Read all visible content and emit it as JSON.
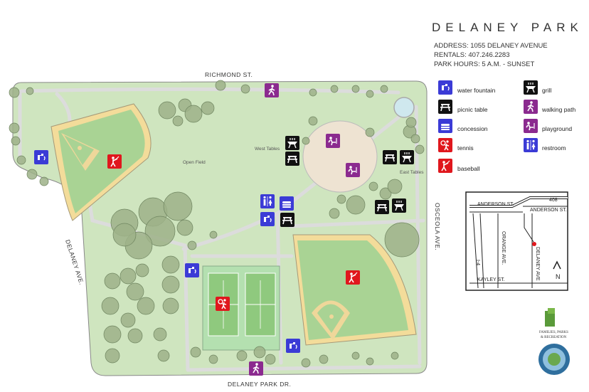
{
  "title": "DELANEY PARK",
  "info": {
    "address": "ADDRESS: 1055 DELANEY AVENUE",
    "rentals": "RENTALS: 407.246.2283",
    "hours": "PARK HOURS: 5 A.M. - SUNSET"
  },
  "streets": {
    "north": "RICHMOND ST.",
    "south": "DELANEY PARK DR.",
    "west": "DELANEY AVE.",
    "east": "OSCEOLA AVE."
  },
  "map_labels": {
    "open_field": "Open Field",
    "west_tables": "West Tables",
    "east_tables": "East Tables"
  },
  "legend": [
    {
      "id": "water-fountain",
      "label": "water fountain",
      "color": "#3b3bd6"
    },
    {
      "id": "picnic-table",
      "label": "picnic table",
      "color": "#111111"
    },
    {
      "id": "concession",
      "label": "concession",
      "color": "#3b3bd6"
    },
    {
      "id": "tennis",
      "label": "tennis",
      "color": "#e0171d"
    },
    {
      "id": "baseball",
      "label": "baseball",
      "color": "#e0171d"
    },
    {
      "id": "grill",
      "label": "grill",
      "color": "#111111"
    },
    {
      "id": "walking-path",
      "label": "walking path",
      "color": "#8b2a8f"
    },
    {
      "id": "playground",
      "label": "playground",
      "color": "#8b2a8f"
    },
    {
      "id": "restroom",
      "label": "restroom",
      "color": "#3b3bd6"
    }
  ],
  "inset": {
    "road_408": "408",
    "anderson_1": "ANDERSON ST.",
    "anderson_2": "ANDERSON ST.",
    "orange": "ORANGE AVE.",
    "i4": "I-4",
    "delaney": "DELANEY AVE",
    "kayley": "KAYLEY ST.",
    "north": "N"
  },
  "logo": {
    "line1": "FAMILIES, PARKS",
    "line2": "& RECREATION"
  },
  "colors": {
    "park_green": "#cfe5bf",
    "field_green": "#a9d394",
    "infield_sand": "#f3dc9a",
    "tree": "#9db288",
    "path": "#dcdcdc"
  }
}
